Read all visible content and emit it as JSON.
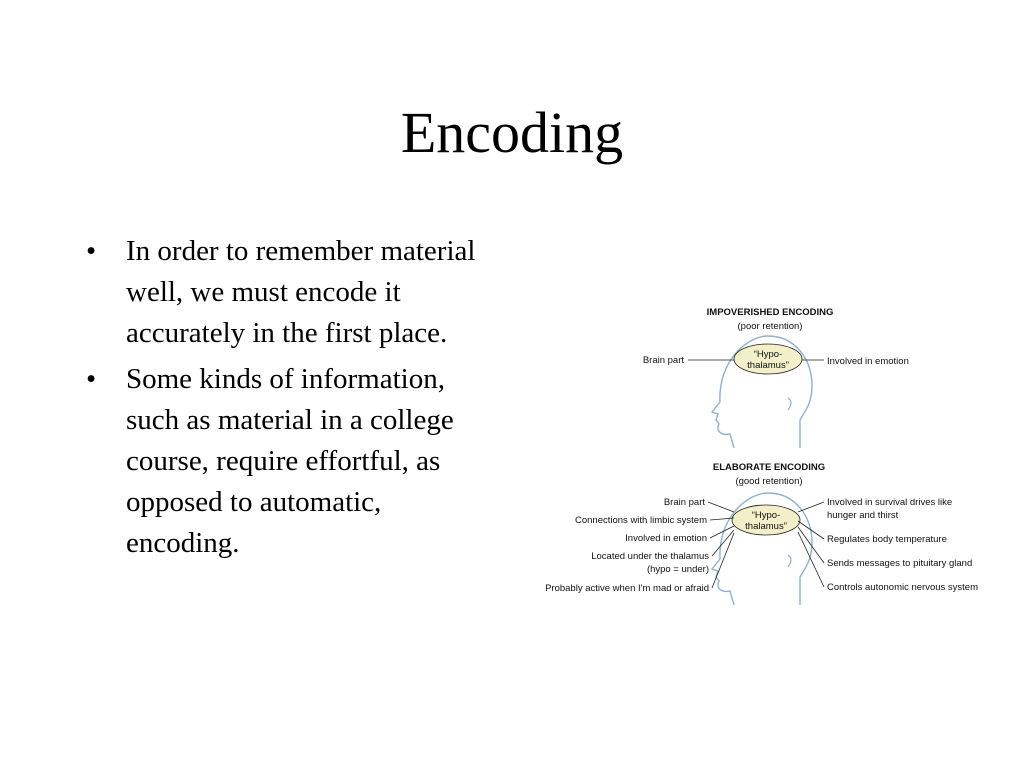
{
  "slide": {
    "title": "Encoding",
    "bullets": [
      "In order to remember material well, we must encode it accurately in the first place.",
      "Some kinds of information, such as material in a college course, require effortful, as opposed to automatic, encoding."
    ],
    "bullet_glyph": "•"
  },
  "figure": {
    "colors": {
      "head_outline": "#8fb2cf",
      "oval_fill": "#f3efc9",
      "line": "#222222"
    },
    "impoverished": {
      "heading": "IMPOVERISHED ENCODING",
      "subheading": "(poor retention)",
      "center_label": [
        "“Hypo-",
        "thalamus”"
      ],
      "left_labels": [
        "Brain part"
      ],
      "right_labels": [
        "Involved in emotion"
      ]
    },
    "elaborate": {
      "heading": "ELABORATE ENCODING",
      "subheading": "(good retention)",
      "center_label": [
        "“Hypo-",
        "thalamus”"
      ],
      "left_labels": [
        [
          "Brain part"
        ],
        [
          "Connections with limbic system"
        ],
        [
          "Involved in emotion"
        ],
        [
          "Located under the thalamus",
          "(hypo = under)"
        ],
        [
          "Probably active when I'm mad or afraid"
        ]
      ],
      "right_labels": [
        [
          "Involved in survival drives like",
          "hunger and thirst"
        ],
        [
          "Regulates body temperature"
        ],
        [
          "Sends messages to pituitary gland"
        ],
        [
          "Controls autonomic nervous system"
        ]
      ]
    }
  }
}
